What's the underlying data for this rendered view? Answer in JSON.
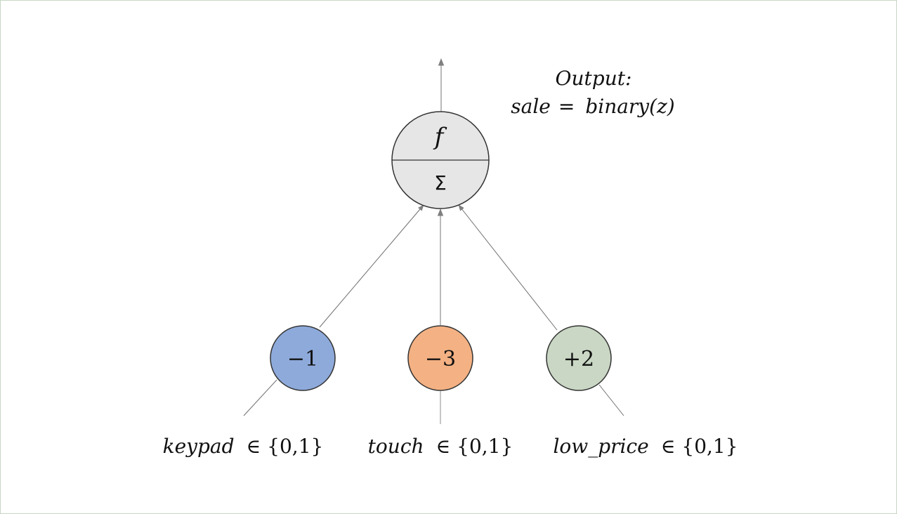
{
  "output": {
    "label": "Output:",
    "formula_left": "sale",
    "formula_eq": "=",
    "formula_right": "binary(z)"
  },
  "neuron": {
    "top_symbol": "f",
    "bottom_symbol": "Σ",
    "fill": "#e6e6e6"
  },
  "inputs": [
    {
      "weight": "−1",
      "name": "keypad",
      "domain": "∈ {0,1}",
      "color": "#8eaadb"
    },
    {
      "weight": "−3",
      "name": "touch",
      "domain": "∈ {0,1}",
      "color": "#f4b183"
    },
    {
      "weight": "+2",
      "name": "low_price",
      "domain": "∈ {0,1}",
      "color": "#c9d7c4"
    }
  ]
}
